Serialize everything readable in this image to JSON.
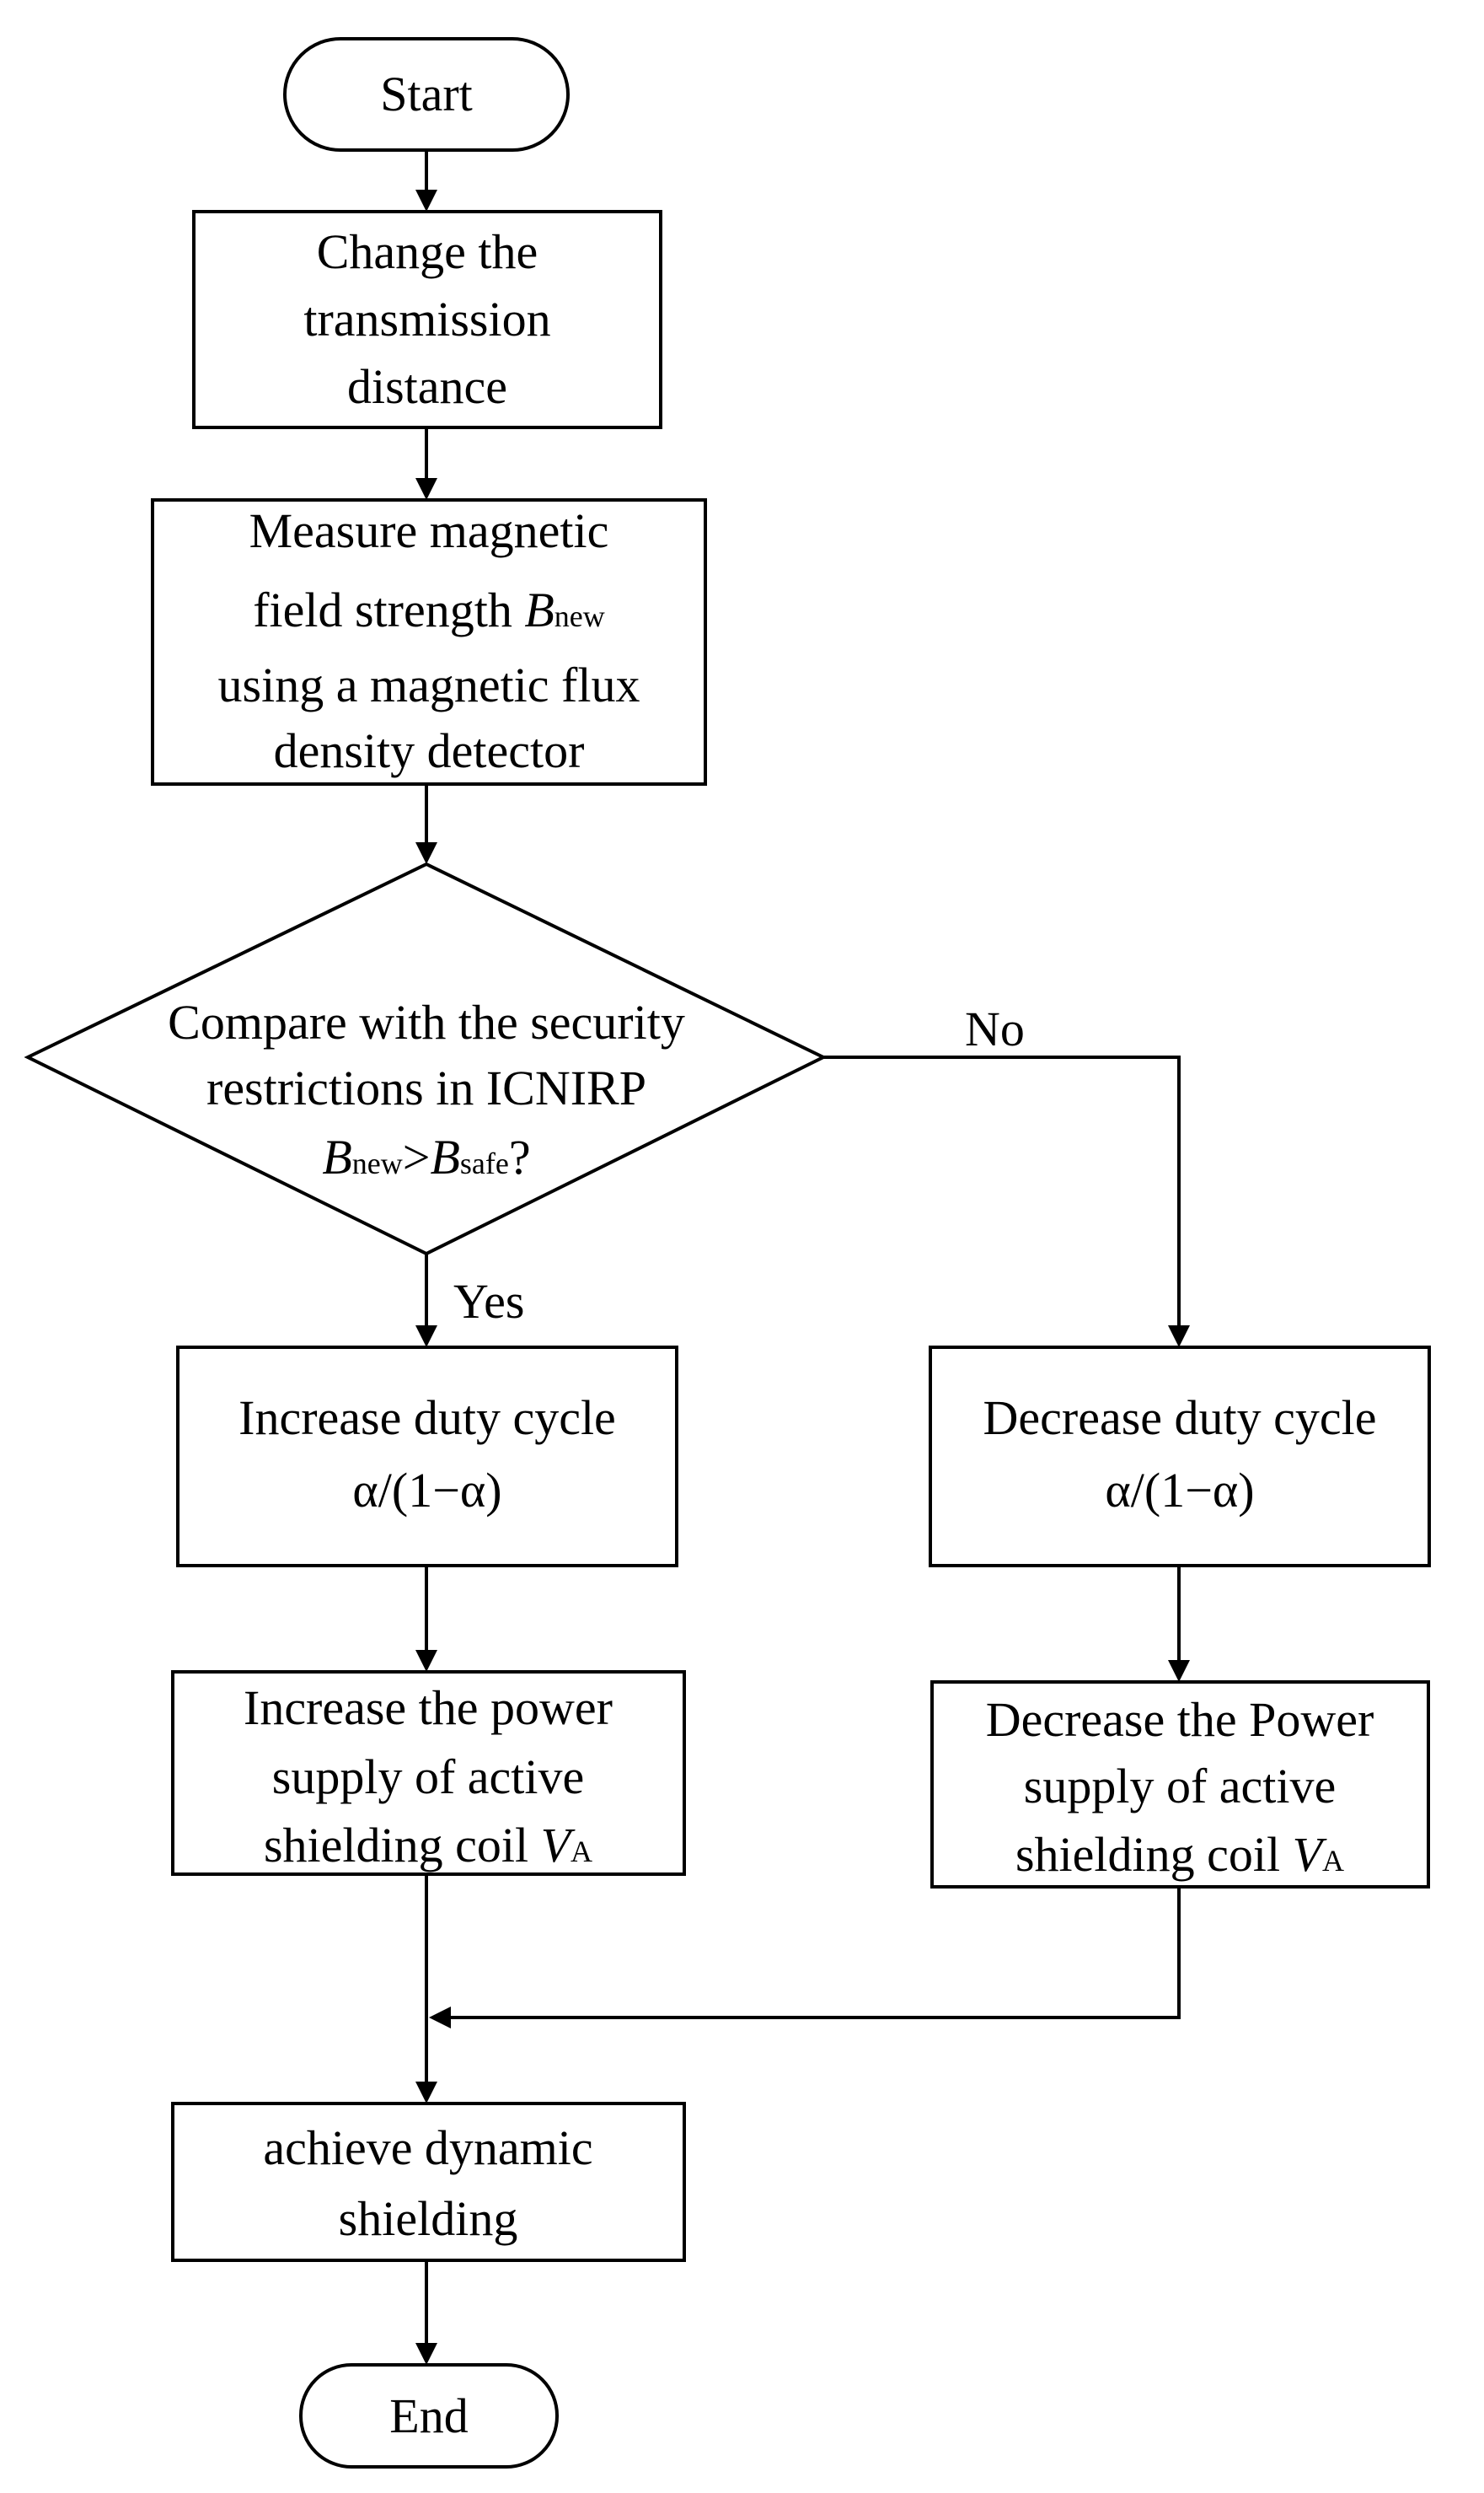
{
  "nodes": {
    "start": {
      "label": "Start"
    },
    "change_distance": {
      "lines": [
        "Change the",
        "transmission",
        "distance"
      ]
    },
    "measure": {
      "line1": "Measure magnetic",
      "line2_text": "field strength ",
      "line2_var": "B",
      "line2_sub": "new",
      "line3": "using a magnetic flux",
      "line4": "density detector"
    },
    "decision": {
      "line1": "Compare with the security",
      "line2": "restrictions in ICNIRP",
      "var1": "B",
      "sub1": "new",
      "op": ">",
      "var2": "B",
      "sub2": "safe",
      "qmark": "?"
    },
    "increase_duty": {
      "line1": "Increase duty cycle",
      "line2": "α/(1−α)"
    },
    "decrease_duty": {
      "line1": "Decrease duty cycle",
      "line2": "α/(1−α)"
    },
    "increase_power": {
      "line1": "Increase the power",
      "line2": "supply of  active",
      "line3_text": "shielding coil ",
      "var": "V",
      "sub": "A"
    },
    "decrease_power": {
      "line1": "Decrease the Power",
      "line2": "supply of  active",
      "line3_text": "shielding coil ",
      "var": "V",
      "sub": "A"
    },
    "achieve": {
      "lines": [
        "achieve dynamic",
        "shielding"
      ]
    },
    "end": {
      "label": "End"
    }
  },
  "edges": {
    "no_label": "No",
    "yes_label": "Yes"
  }
}
